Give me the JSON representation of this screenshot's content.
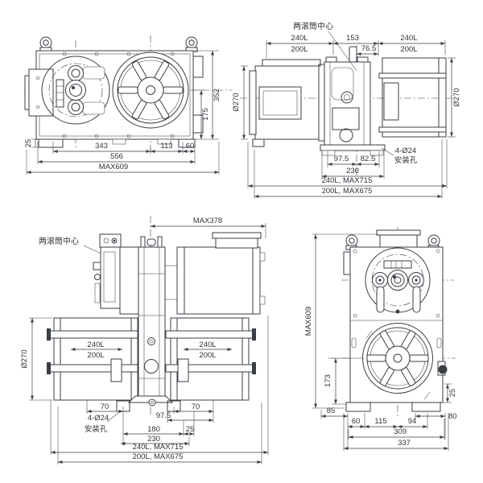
{
  "colors": {
    "line": "#3a3e45",
    "text": "#2f343a",
    "background": "#ffffff"
  },
  "views": {
    "front": {
      "d352": "352",
      "d175": "175",
      "d25": "25",
      "d343": "343",
      "d113": "113",
      "d60": "60",
      "d556": "556",
      "dmax": "MAX609"
    },
    "side": {
      "center_label": "两滚筒中心",
      "left_240": "240L",
      "left_200": "200L",
      "d153": "153",
      "d76_5": "76.5",
      "right_240": "240L",
      "right_200": "200L",
      "dia_left": "Ø270",
      "dia_right": "Ø270",
      "d97_5": "97.5",
      "d82_5": "82.5",
      "d230": "230",
      "holes1": "4-Ø24",
      "holes2": "安装孔",
      "max_240": "240L, MAX715",
      "max_200": "200L, MAX675"
    },
    "plan": {
      "max378": "MAX378",
      "center_label": "两滚筒中心",
      "dia": "Ø270",
      "l240": "240L",
      "l200": "200L",
      "r240": "240L",
      "r200": "200L",
      "d70l": "70",
      "d70r": "70",
      "d97_5": "97.5",
      "holes1": "4-Ø24",
      "holes2": "安装孔",
      "d180": "180",
      "d25": "25",
      "d230": "230",
      "max_240": "240L, MAX715",
      "max_200": "200L, MAX675"
    },
    "end": {
      "max": "MAX609",
      "d173": "173",
      "d25": "25",
      "d85": "85",
      "d80": "80",
      "d60": "60",
      "d115": "115",
      "d94": "94",
      "d309": "309",
      "d337": "337"
    }
  }
}
